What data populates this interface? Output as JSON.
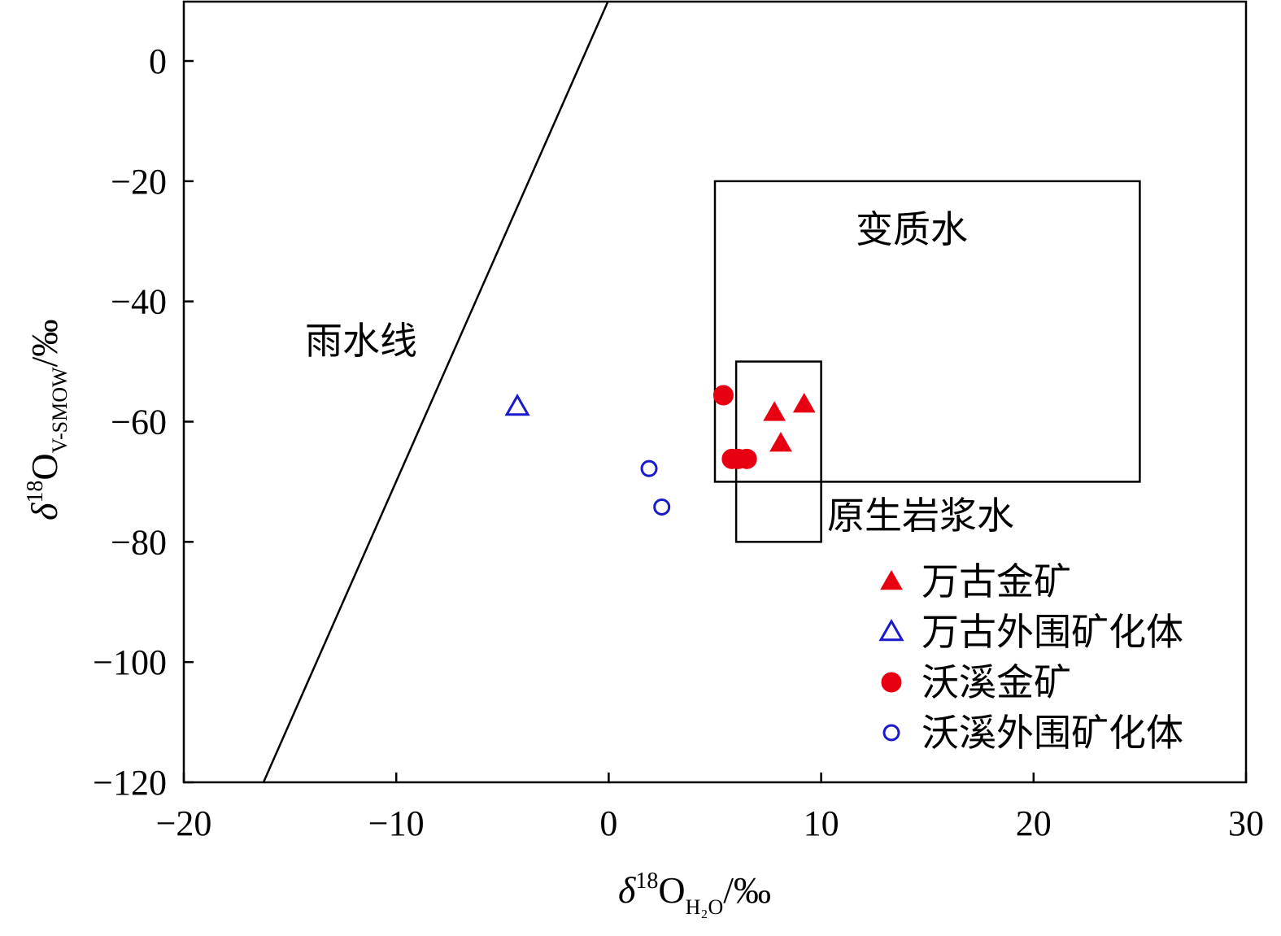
{
  "chart_data": {
    "type": "scatter",
    "title": "",
    "xlabel": {
      "prefix": "δ",
      "sup": "18",
      "main": "O",
      "sub": "H₂O",
      "suffix": "/‰"
    },
    "ylabel": {
      "prefix": "δ",
      "sup": "18",
      "main": "O",
      "sub": "V-SMOW",
      "suffix": "/‰"
    },
    "xlim": [
      -20,
      30
    ],
    "ylim": [
      -120,
      10
    ],
    "xticks": [
      -20,
      -10,
      0,
      10,
      20,
      30
    ],
    "yticks": [
      0,
      -20,
      -40,
      -60,
      -80,
      -100,
      -120
    ],
    "xtick_labels": [
      "−20",
      "−10",
      "0",
      "10",
      "20",
      "30"
    ],
    "ytick_labels": [
      "0",
      "−20",
      "−40",
      "−60",
      "−80",
      "−100",
      "−120"
    ],
    "grid": false,
    "legend_position": "bottom-right",
    "series": [
      {
        "name": "万古金矿",
        "marker": "triangle-filled",
        "color": "#e60012",
        "points": [
          [
            7.8,
            -58.5
          ],
          [
            9.2,
            -57.1
          ],
          [
            8.1,
            -63.6
          ]
        ]
      },
      {
        "name": "万古外围矿化体",
        "marker": "triangle-open",
        "color": "#1a1acc",
        "points": [
          [
            -4.3,
            -57.5
          ]
        ]
      },
      {
        "name": "沃溪金矿",
        "marker": "circle-filled",
        "color": "#e60012",
        "points": [
          [
            5.4,
            -55.6
          ],
          [
            5.8,
            -66.2
          ],
          [
            6.1,
            -66.2
          ],
          [
            6.5,
            -66.2
          ]
        ]
      },
      {
        "name": "沃溪外围矿化体",
        "marker": "circle-open",
        "color": "#1a1acc",
        "points": [
          [
            1.9,
            -67.8
          ],
          [
            2.5,
            -74.2
          ]
        ]
      }
    ],
    "regions": [
      {
        "name": "变质水",
        "x": [
          5,
          25
        ],
        "y": [
          -70,
          -20
        ]
      },
      {
        "name": "原生岩浆水",
        "x": [
          6,
          10
        ],
        "y": [
          -80,
          -50
        ]
      }
    ],
    "lines": [
      {
        "name": "雨水线",
        "slope": 8,
        "intercept": 10
      }
    ]
  }
}
